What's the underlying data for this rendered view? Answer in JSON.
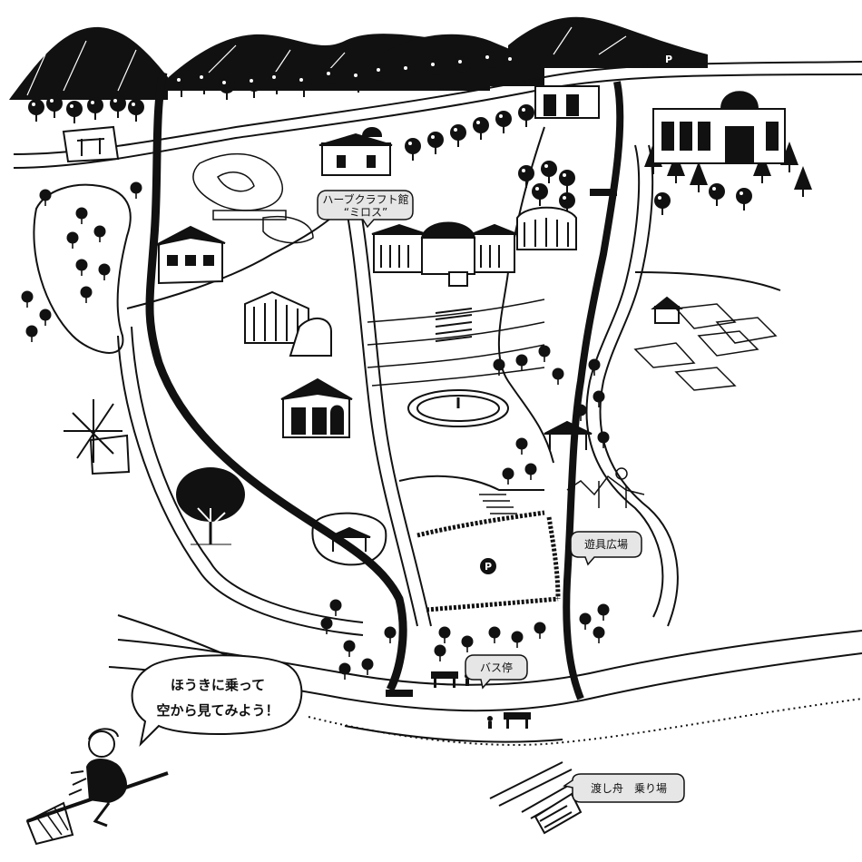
{
  "labels": {
    "herb_craft_line1": "ハーブクラフト館",
    "herb_craft_line2": "“ミロス”",
    "playground": "遊具広場",
    "bus_stop": "バス停",
    "ferry": "渡し舟　乗り場",
    "speech_line1": "ほうきに乗って",
    "speech_line2": "空から見てみよう！"
  },
  "markers": {
    "parking_top": "P",
    "parking_center": "P"
  },
  "colors": {
    "ink": "#111111",
    "paper": "#ffffff",
    "bubble_fill": "#e6e6e6"
  }
}
